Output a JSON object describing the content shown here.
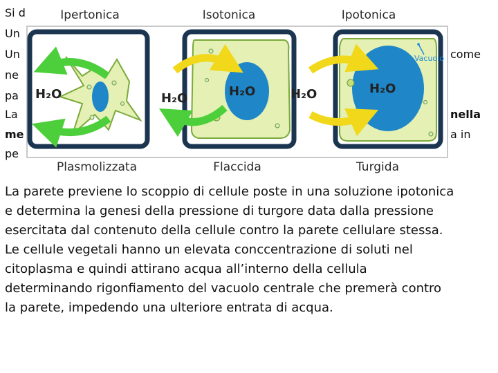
{
  "background": {
    "line1": "Si di",
    "line2": "Un",
    "line3": "Un",
    "line3_right": "come",
    "line4": "ne",
    "line5": "pa",
    "line6": "La",
    "line6_right": "nella",
    "line7": "me",
    "line7_right": "a in",
    "line8": "pe"
  },
  "diagram": {
    "columns": [
      {
        "title": "Ipertonica",
        "state": "Plasmolizzata"
      },
      {
        "title": "Isotonica",
        "state": "Flaccida"
      },
      {
        "title": "Ipotonica",
        "state": "Turgida"
      }
    ],
    "h2o_label": "H₂O",
    "vacuole_label": "Vacuolo",
    "colors": {
      "cell_wall": "#1b3550",
      "cytoplasm": "#e4f0b4",
      "cytoplasm_edge": "#7aaa3a",
      "vacuole": "#1f86c8",
      "arrow_out": "#4ccf3a",
      "arrow_in": "#f2d81a",
      "arrow_vacuole": "#2c7fd0"
    }
  },
  "paragraph": {
    "lines": [
      "La parete previene lo scoppio di cellule poste in una soluzione ipotonica",
      "e determina la genesi della pressione di turgore data dalla pressione",
      "esercitata dal contenuto della cellule contro la parete cellulare stessa.",
      "Le cellule vegetali hanno un elevata conccentrazione di soluti nel",
      "citoplasma e quindi attirano acqua all’interno della cellula",
      "determinando rigonfiamento del vacuolo centrale  che premerà contro",
      "la parete, impedendo una ulteriore entrata di acqua."
    ]
  }
}
